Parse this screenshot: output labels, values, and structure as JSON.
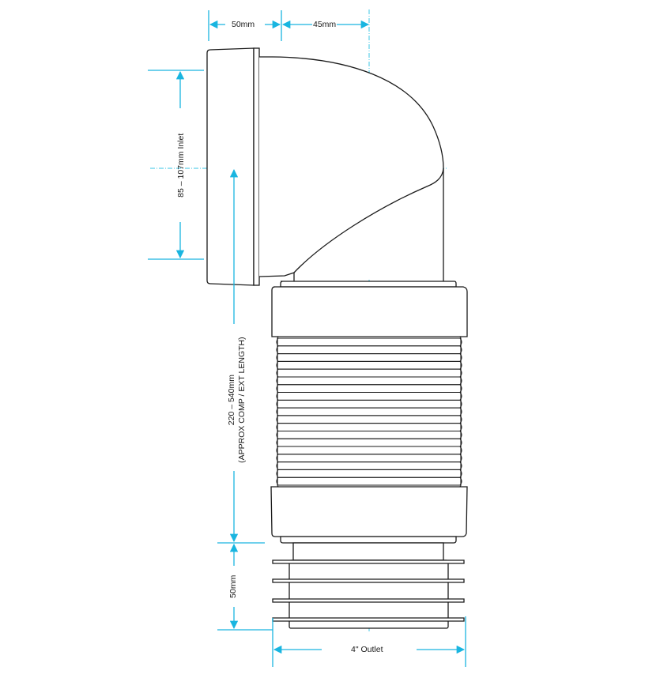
{
  "diagram": {
    "title": "Flexible WC pan connector — 90° bend dimension drawing",
    "colors": {
      "outline": "#1a1a1a",
      "dimension": "#19b5e0",
      "centerline": "#5fd0ea",
      "background": "#ffffff"
    },
    "dimensions": {
      "top_left": "50mm",
      "top_right": "45mm",
      "inlet": "85 – 107mm Inlet",
      "length_line1": "220 – 540mm",
      "length_line2": "(APPROX COMP / EXT LENGTH)",
      "outlet_spigot": "50mm",
      "outlet": "4\" Outlet"
    },
    "parts": [
      "inlet-cuff",
      "bend-body",
      "upper-collar",
      "corrugated-bellows",
      "lower-collar",
      "finned-outlet-spigot"
    ],
    "bellows_ribs": 19,
    "outlet_fins": 4
  }
}
